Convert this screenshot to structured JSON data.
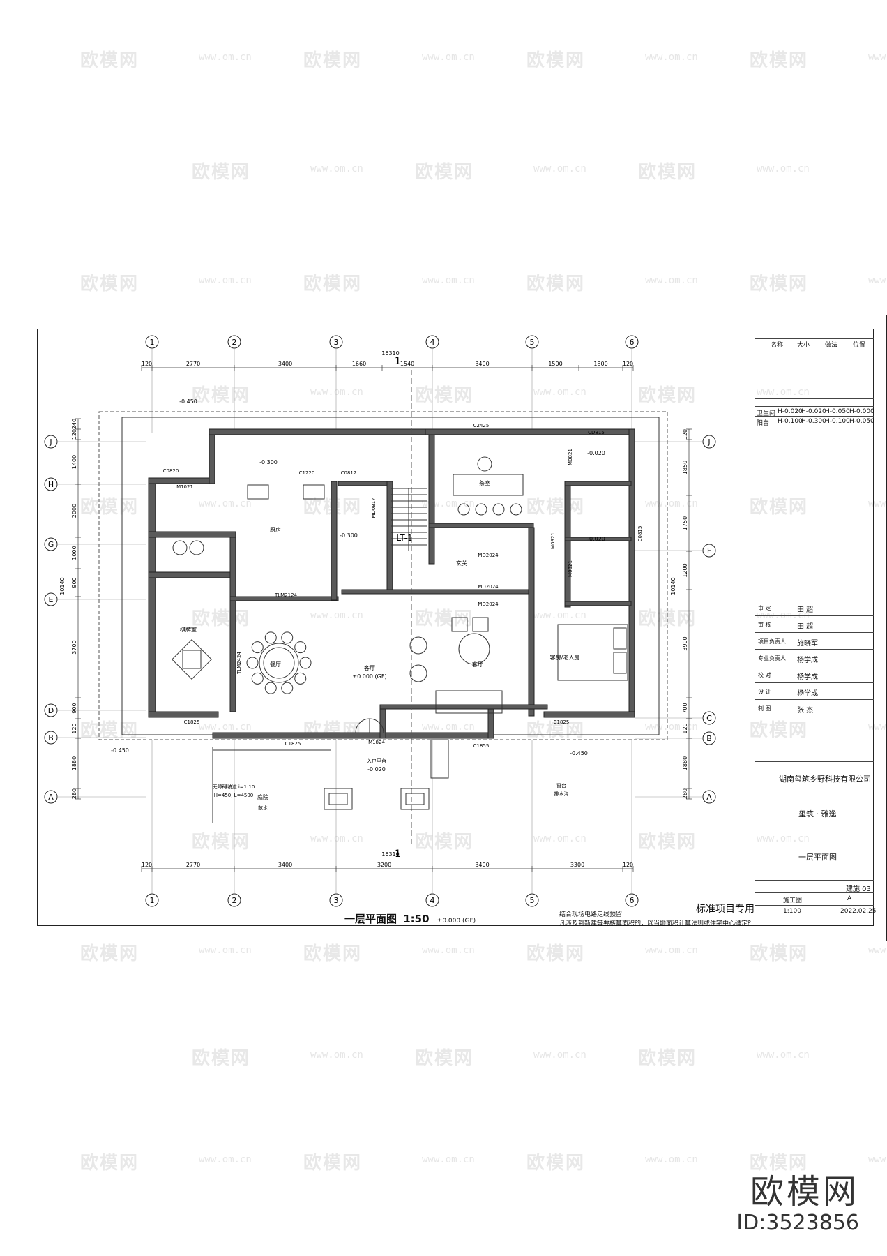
{
  "watermark": {
    "brand": "欧模网",
    "url": "www.om.cn"
  },
  "footer_brand": {
    "name": "欧模网",
    "id": "ID:3523856"
  },
  "drawing": {
    "title": "一层平面图",
    "scale": "1:50",
    "floor_level": "±0.000 (GF)",
    "stamp": "标准项目专用",
    "notes_bottom_1": "结合现场电路走线预留",
    "notes_bottom_2": "凡涉及到新建等要核算面积的，以当地面积计算法则或住宅中心确定的为准",
    "grid_columns": [
      "1",
      "2",
      "3",
      "4",
      "5",
      "6"
    ],
    "grid_rows_left": [
      "J",
      "H",
      "G",
      "E",
      "D",
      "B",
      "A"
    ],
    "grid_rows_right": [
      "J",
      "F",
      "C",
      "B",
      "A"
    ],
    "dims_top": [
      "120",
      "2770",
      "3400",
      "1660",
      "1540",
      "3400",
      "1500",
      "1800",
      "120"
    ],
    "dims_top_total": "16310",
    "dims_bottom": [
      "120",
      "2770",
      "3400",
      "3200",
      "3400",
      "3300",
      "120"
    ],
    "dims_bottom_total": "16310",
    "dims_left": [
      "240",
      "120",
      "1400",
      "2000",
      "1000",
      "900",
      "3700",
      "900",
      "120",
      "1880",
      "280"
    ],
    "dims_left_total": "10140",
    "dims_right": [
      "120",
      "1850",
      "1750",
      "1200",
      "3900",
      "700",
      "120",
      "1880",
      "280"
    ],
    "dims_right_total": "10140",
    "section_mark": "1",
    "rooms": {
      "dining_room": "餐厅",
      "kitchen": "厨房",
      "tea_room": "茶室",
      "mahjong_room": "棋牌室",
      "hall": "客厅",
      "living": "客厅",
      "guest_bedroom": "客房/老人房",
      "entrance": "玄关",
      "stair": "LT-1",
      "yard": "庭院"
    },
    "door_window_labels": [
      "C2425",
      "CD815",
      "C1220",
      "C0812",
      "M1021",
      "C0820",
      "MD0817",
      "MD2024",
      "MD2024",
      "MD2024",
      "M0921",
      "M0821",
      "M0821",
      "C0815",
      "TLM2124",
      "TLM2424",
      "C1825",
      "C1825",
      "C1825",
      "C1855",
      "M1824"
    ],
    "levels": [
      "-0.450",
      "-0.300",
      "-0.300",
      "-0.020",
      "-0.020",
      "-0.450",
      "-0.450",
      "±0.000 (GF)",
      "-0.020"
    ],
    "annotations": [
      "入户平台",
      "-0.020",
      "无障碍坡道 i=1:10",
      "H=450, L=4500",
      "散水",
      "窗台",
      "排水沟"
    ]
  },
  "title_block": {
    "header_cols": [
      "名称",
      "大小",
      "做法",
      "位置"
    ],
    "table_rows": [
      [
        "卫生间",
        "H-0.020",
        "H-0.020",
        "H-0.050",
        "H-0.000"
      ],
      [
        "阳台",
        "H-0.100",
        "H-0.300",
        "H-0.100",
        "H-0.050"
      ]
    ],
    "sign_rows": [
      {
        "role": "审 定",
        "name": "田 超"
      },
      {
        "role": "审 核",
        "name": "田 超"
      },
      {
        "role": "项目负责人",
        "name": "施晓军"
      },
      {
        "role": "专业负责人",
        "name": "杨学成"
      },
      {
        "role": "校 对",
        "name": "杨学成"
      },
      {
        "role": "设 计",
        "name": "杨学成"
      },
      {
        "role": "制 图",
        "name": "张 杰"
      }
    ],
    "company": "湖南玺筑乡野科技有限公司",
    "project": "玺筑 · 雅逸",
    "drawing_name": "一层平面图",
    "drawing_no": "建施 03",
    "stage": "施工图",
    "version": "A",
    "scale": "1:100",
    "date": "2022.02.25"
  }
}
